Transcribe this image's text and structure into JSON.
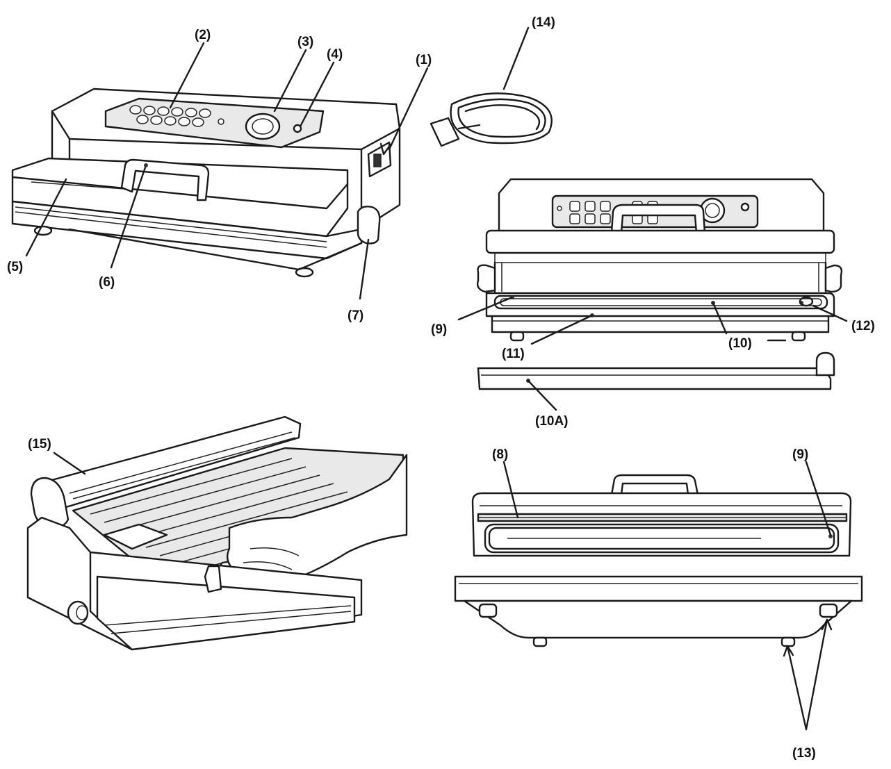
{
  "callouts": [
    {
      "id": "c1",
      "text": "(1)"
    },
    {
      "id": "c2",
      "text": "(2)"
    },
    {
      "id": "c3",
      "text": "(3)"
    },
    {
      "id": "c4",
      "text": "(4)"
    },
    {
      "id": "c5",
      "text": "(5)"
    },
    {
      "id": "c6",
      "text": "(6)"
    },
    {
      "id": "c7",
      "text": "(7)"
    },
    {
      "id": "c8",
      "text": "(8)"
    },
    {
      "id": "c9a",
      "text": "(9)"
    },
    {
      "id": "c9b",
      "text": "(9)"
    },
    {
      "id": "c10",
      "text": "(10)"
    },
    {
      "id": "c10a",
      "text": "(10A)"
    },
    {
      "id": "c11",
      "text": "(11)"
    },
    {
      "id": "c12",
      "text": "(12)"
    },
    {
      "id": "c13",
      "text": "(13)"
    },
    {
      "id": "c14",
      "text": "(14)"
    },
    {
      "id": "c15",
      "text": "(15)"
    }
  ]
}
